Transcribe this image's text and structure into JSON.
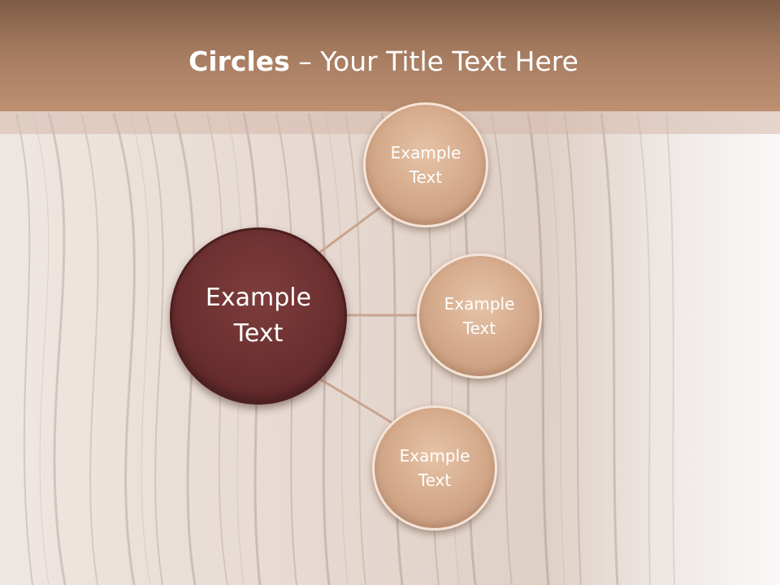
{
  "slide": {
    "title_bold": "Circles",
    "title_rest": " – Your Title Text Here"
  },
  "diagram": {
    "center": {
      "label": "Example\nText",
      "color": "#6b2f2f"
    },
    "nodes": [
      {
        "label": "Example\nText"
      },
      {
        "label": "Example\nText"
      },
      {
        "label": "Example\nText"
      }
    ],
    "node_color": "#d3a889",
    "connector_color": "#c9a58e",
    "header_color": "#a47a5f"
  }
}
